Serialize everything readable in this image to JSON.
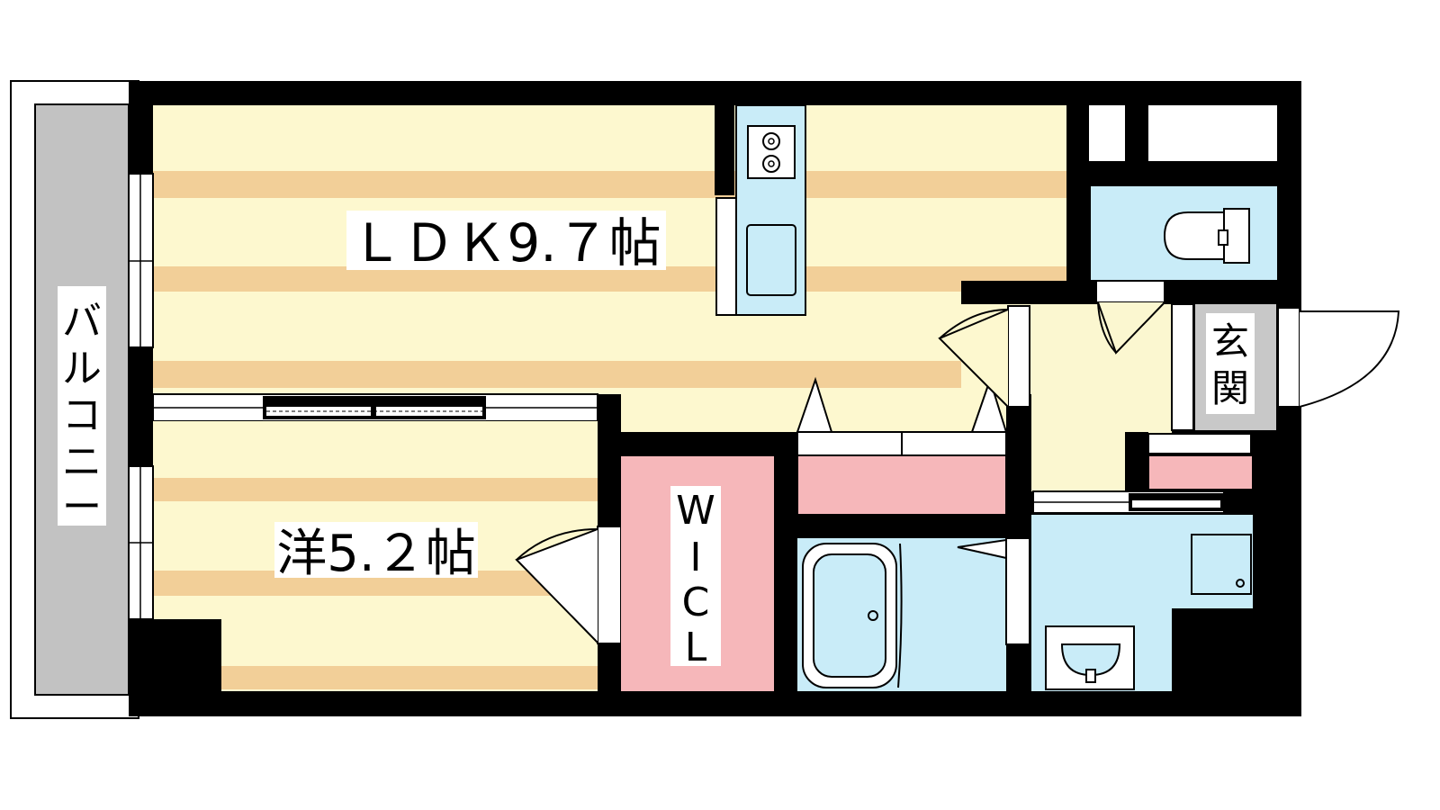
{
  "rooms": {
    "ldk": "ＬＤＫ9.７帖",
    "western": "洋5.２帖",
    "wic": [
      "W",
      "I",
      "C",
      "L"
    ],
    "entrance": [
      "玄",
      "関"
    ],
    "balcony": [
      "バ",
      "ル",
      "コ",
      "ニ",
      "ー"
    ]
  },
  "colors": {
    "wall": "#000000",
    "floor_cream": "#fdf8cf",
    "floor_stripe": "#f2cf98",
    "wet_area": "#c9ecf8",
    "storage": "#f6b7ba",
    "hall": "#fbf7d0",
    "entrance_floor": "#c8c8c8",
    "balcony_floor": "#c2c2c2"
  },
  "icons": [
    "stove-icon",
    "sink-icon",
    "toilet-icon",
    "bathtub-icon",
    "washbasin-icon",
    "washer-pan-icon",
    "door-swing-icon"
  ]
}
